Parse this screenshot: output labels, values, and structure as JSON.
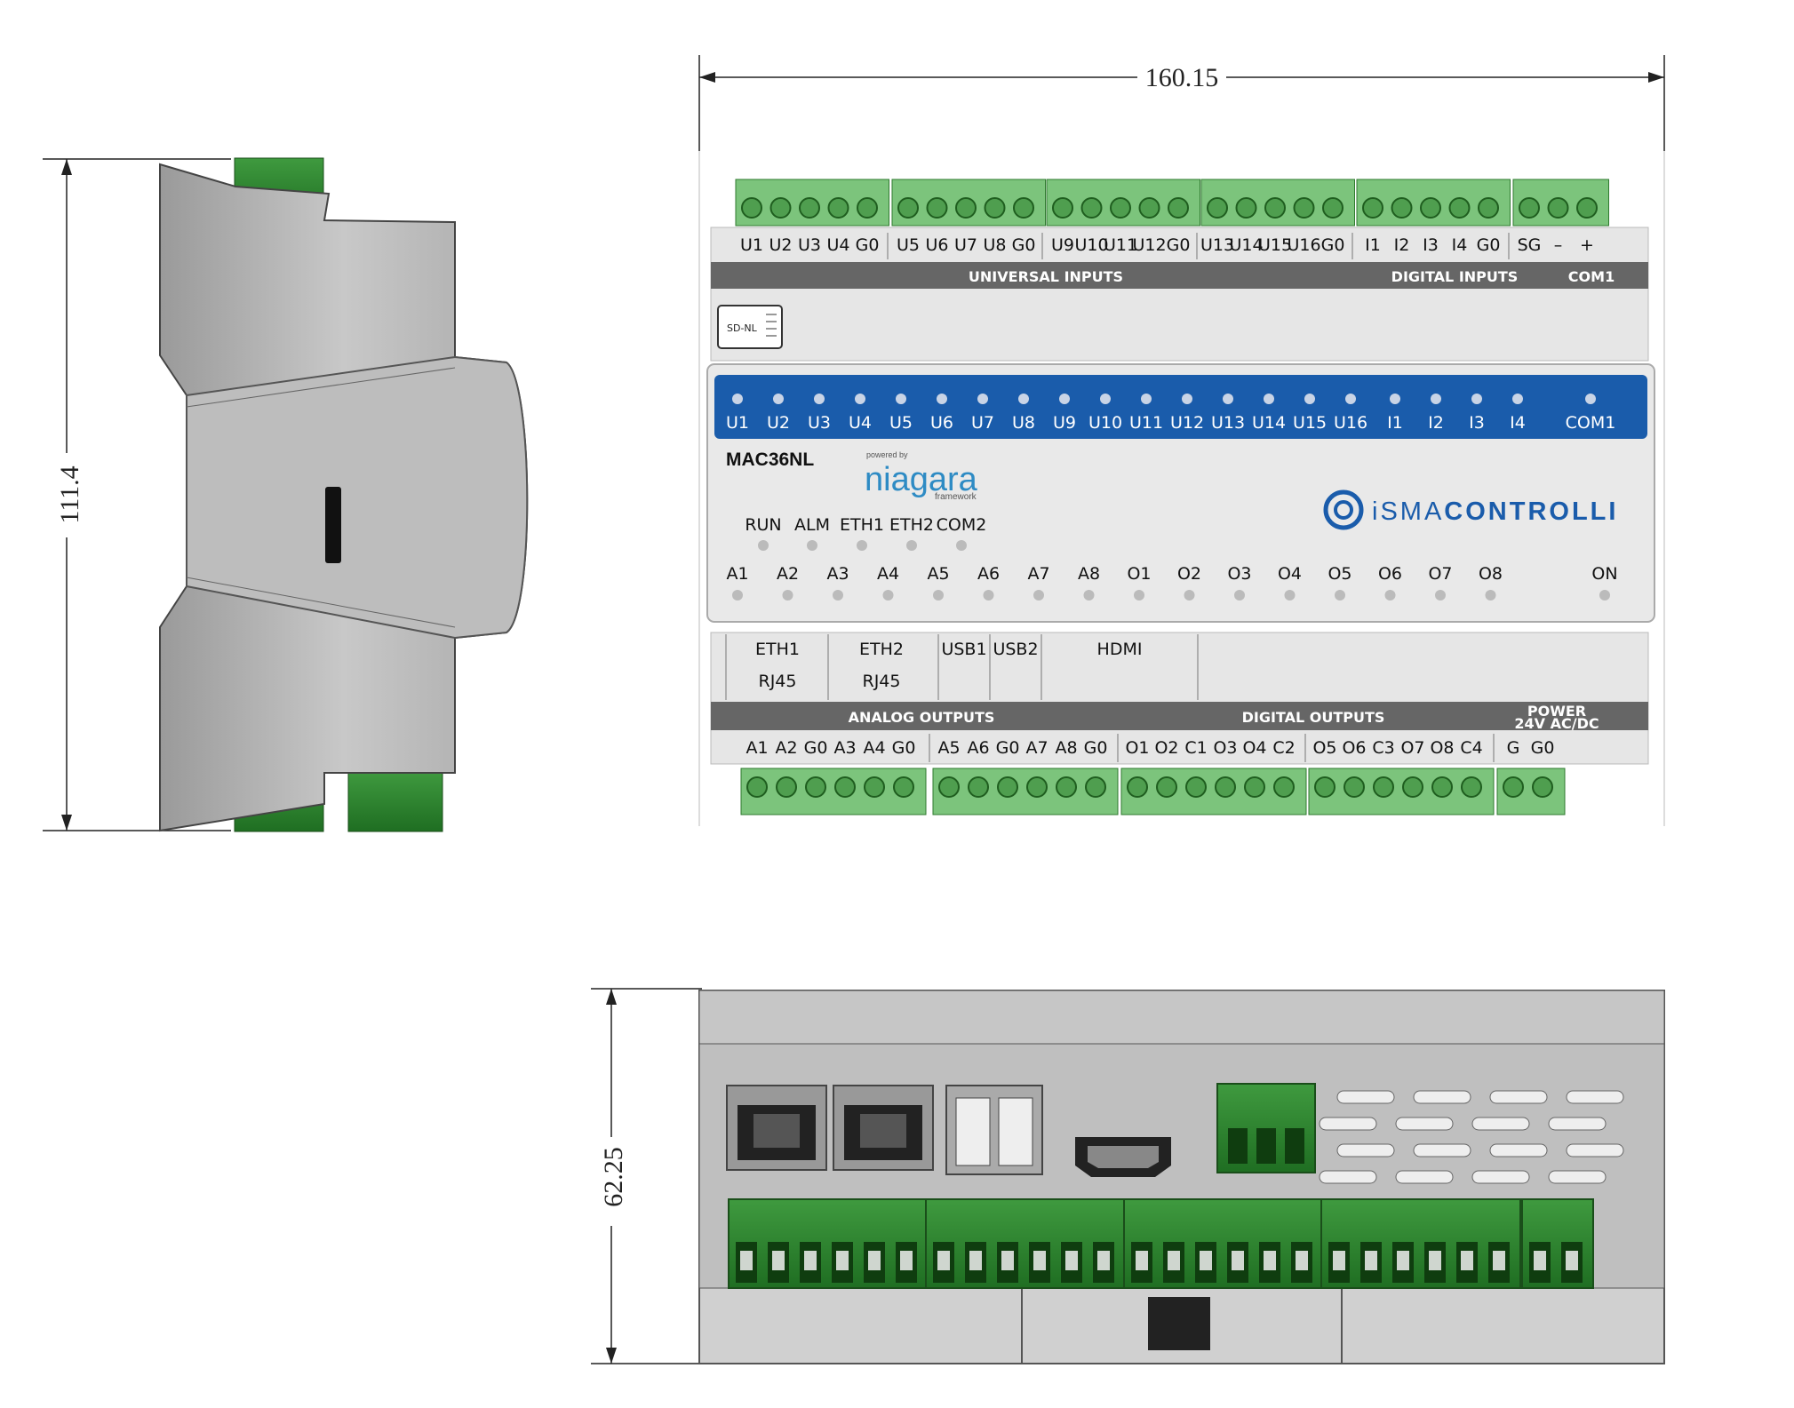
{
  "dimensions": {
    "width": "160.15",
    "height": "111.4",
    "depth": "62.25"
  },
  "top_terminals": [
    "U1",
    "U2",
    "U3",
    "U4",
    "G0",
    "U5",
    "U6",
    "U7",
    "U8",
    "G0",
    "U9",
    "U10",
    "U11",
    "U12",
    "G0",
    "U13",
    "U14",
    "U15",
    "U16",
    "G0",
    "I1",
    "I2",
    "I3",
    "I4",
    "G0",
    "SG",
    "–",
    "+"
  ],
  "top_bar": {
    "universal": "UNIVERSAL INPUTS",
    "digital": "DIGITAL INPUTS",
    "com": "COM1"
  },
  "sd_label": "SD-NL",
  "blue_leds": [
    "U1",
    "U2",
    "U3",
    "U4",
    "U5",
    "U6",
    "U7",
    "U8",
    "U9",
    "U10",
    "U11",
    "U12",
    "U13",
    "U14",
    "U15",
    "U16",
    "I1",
    "I2",
    "I3",
    "I4",
    "COM1"
  ],
  "model": "MAC36NL",
  "niagara": {
    "powered_by": "powered by",
    "name": "niagara",
    "framework": "framework"
  },
  "brand": {
    "prefix": "iSMA",
    "suffix": "CONTROLLI"
  },
  "status_leds": [
    "RUN",
    "ALM",
    "ETH1",
    "ETH2",
    "COM2"
  ],
  "output_leds": [
    "A1",
    "A2",
    "A3",
    "A4",
    "A5",
    "A6",
    "A7",
    "A8",
    "O1",
    "O2",
    "O3",
    "O4",
    "O5",
    "O6",
    "O7",
    "O8"
  ],
  "on_led": "ON",
  "ports": {
    "eth1": "ETH1",
    "eth2": "ETH2",
    "rj45": "RJ45",
    "usb1": "USB1",
    "usb2": "USB2",
    "hdmi": "HDMI"
  },
  "bottom_bar": {
    "analog": "ANALOG OUTPUTS",
    "digital": "DIGITAL OUTPUTS",
    "power_line1": "POWER",
    "power_line2": "24V AC/DC"
  },
  "bottom_terminals": [
    "A1",
    "A2",
    "G0",
    "A3",
    "A4",
    "G0",
    "A5",
    "A6",
    "G0",
    "A7",
    "A8",
    "G0",
    "O1",
    "O2",
    "C1",
    "O3",
    "O4",
    "C2",
    "O5",
    "O6",
    "C3",
    "O7",
    "O8",
    "C4",
    "G",
    "G0"
  ]
}
